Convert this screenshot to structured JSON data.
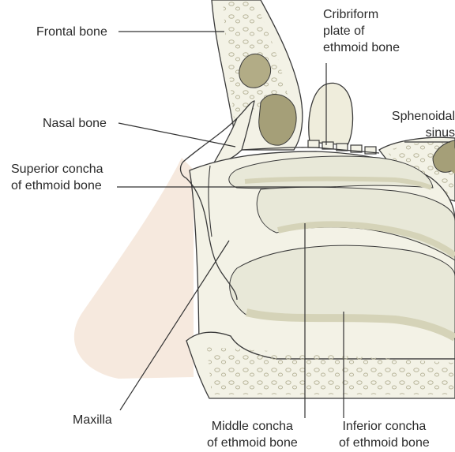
{
  "labels": {
    "frontal_bone": "Frontal bone",
    "cribriform_line1": "Cribriform",
    "cribriform_line2": "plate of",
    "cribriform_line3": "ethmoid bone",
    "sphenoidal_line1": "Sphenoidal",
    "sphenoidal_line2": "sinus",
    "nasal_bone": "Nasal bone",
    "superior_concha_line1": "Superior concha",
    "superior_concha_line2": "of ethmoid bone",
    "maxilla": "Maxilla",
    "middle_concha_line1": "Middle concha",
    "middle_concha_line2": "of ethmoid bone",
    "inferior_concha_line1": "Inferior concha",
    "inferior_concha_line2": "of ethmoid bone"
  },
  "colors": {
    "skin": "#f6e9de",
    "bone": "#f3f2e6",
    "bone_shade": "#dddbc4",
    "concha": "#e8e8d8",
    "concha_shade": "#d5d3b8",
    "sinus_dark": "#a59f78",
    "outline": "#3a3a3a"
  }
}
